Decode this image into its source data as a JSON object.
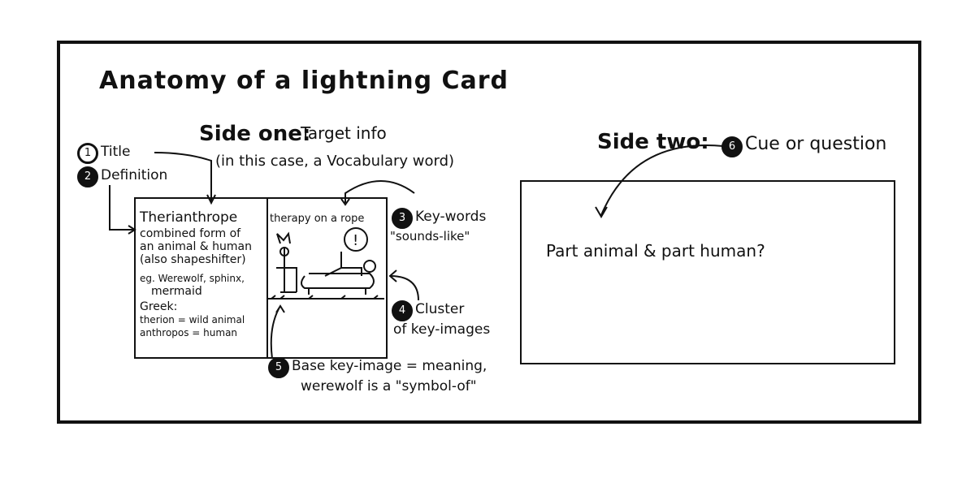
{
  "title": "Anatomy of a lightning Card",
  "side_one": {
    "heading": "Side one:",
    "subtitle": "Target info",
    "note": "(in this case, a Vocabulary word)"
  },
  "labels": [
    {
      "num": "1",
      "text": "Title"
    },
    {
      "num": "2",
      "text": "Definition"
    },
    {
      "num": "3",
      "text": "Key-words",
      "sub": "\"sounds-like\""
    },
    {
      "num": "4",
      "text": "Cluster",
      "sub": "of key-images"
    },
    {
      "num": "5",
      "text": "Base key-image = meaning,",
      "sub": "werewolf is a \"symbol-of\""
    },
    {
      "num": "6",
      "text": "Cue or question"
    }
  ],
  "card_one": {
    "word": "Therianthrope",
    "definition": [
      "combined form of",
      "an animal & human",
      "(also shapeshifter)"
    ],
    "examples": [
      "eg. Werewolf, sphinx,",
      "mermaid"
    ],
    "etymology": [
      "Greek:",
      "therion = wild animal",
      "anthropos = human"
    ],
    "keyword": "therapy on a rope"
  },
  "side_two": {
    "heading": "Side two:",
    "cue": "Part animal & part human?"
  }
}
